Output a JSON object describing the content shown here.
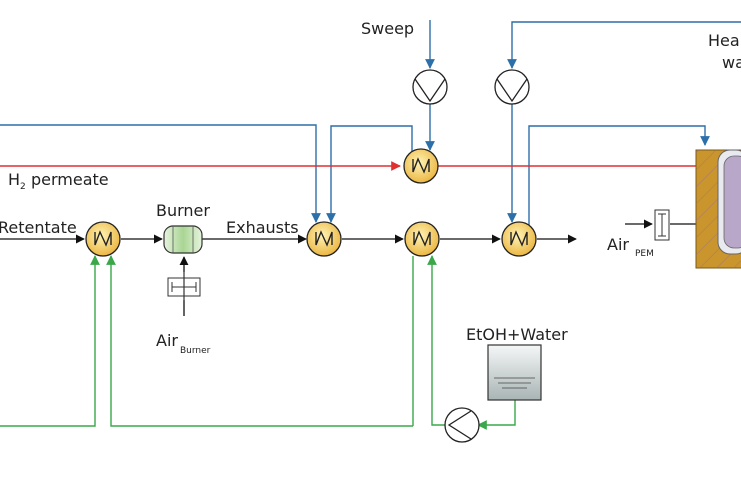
{
  "labels": {
    "sweep": "Sweep",
    "heat_water_line1": "Hea",
    "heat_water_line2": "wa",
    "h2_permeate_main": "H",
    "h2_permeate_sub": "2",
    "h2_permeate_rest": "permeate",
    "retentate": "Retentate",
    "burner": "Burner",
    "exhausts": "Exhausts",
    "air_burner_main": "Air",
    "air_burner_sub": "Burner",
    "air_pem_main": "Air",
    "air_pem_sub": "PEM",
    "etoh_water": "EtOH+Water"
  },
  "colors": {
    "blue_line": "#2d6fa8",
    "red_line": "#e03030",
    "green_line": "#3aa84a",
    "black_line": "#111111",
    "heat_exchanger_fill": "#f3c24a",
    "burner_fill": "#bfe0b0",
    "tank_fill": "#c7cfcf",
    "stack_brown": "#c9952c",
    "stack_purple": "#b9a7c9"
  },
  "icons": {
    "heat_exchanger": "zigzag-heat-exchanger-icon",
    "pump": "pump-icon",
    "blower": "blower-icon",
    "burner": "burner-icon",
    "tank": "tank-icon",
    "fuel_cell_stack": "fuel-cell-stack-icon"
  }
}
